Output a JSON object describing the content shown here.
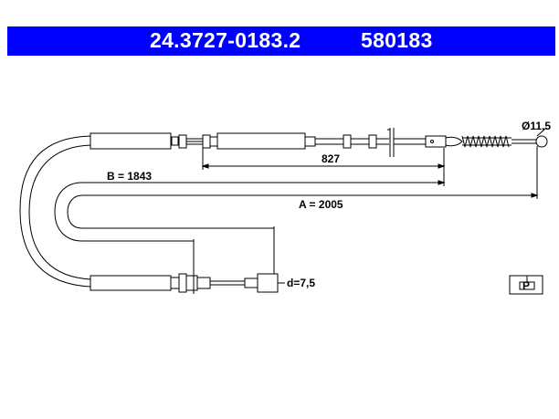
{
  "header": {
    "part_number": "24.3727-0183.2",
    "ref_number": "580183",
    "background_color": "#0000ff",
    "text_color": "#ffffff"
  },
  "dimensions": {
    "a_label": "A = 2005",
    "b_label": "B = 1843",
    "segment_label": "827",
    "diameter_label": "Ø11,5",
    "end_diameter_label": "d=7,5"
  },
  "icons": {
    "handbrake_symbol": "parking-brake-p-icon"
  }
}
